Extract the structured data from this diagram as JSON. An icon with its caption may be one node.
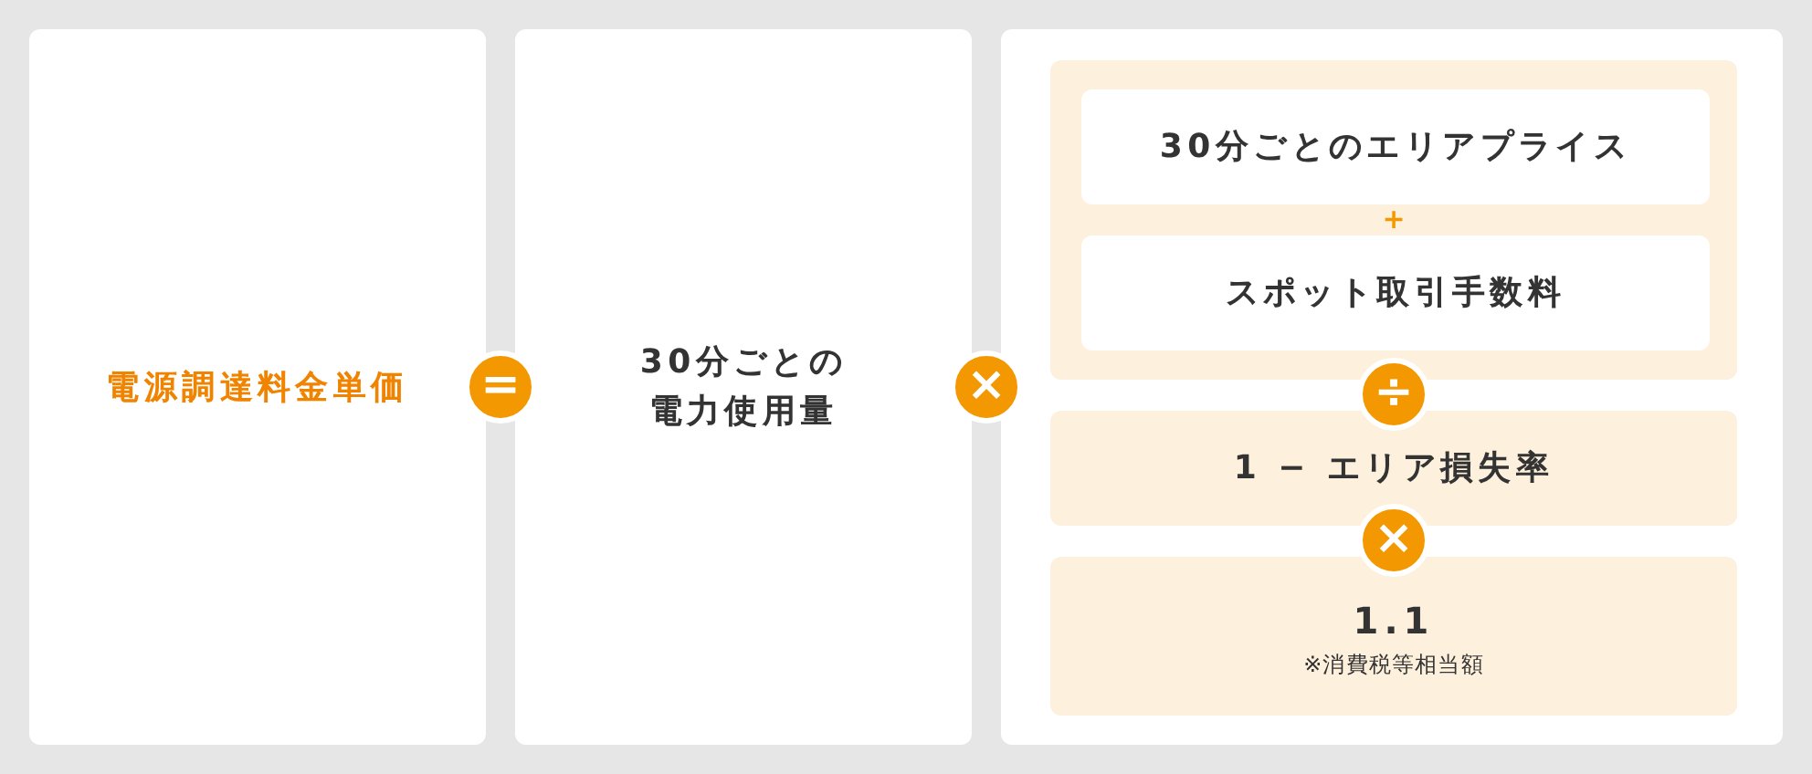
{
  "diagram": {
    "nodes": [
      {
        "text": [
          "電源調達料金単価"
        ]
      },
      {
        "text": [
          "30分ごとの電力使用量"
        ]
      },
      {
        "text": [],
        "shape": "box"
      },
      {
        "text": [],
        "shape": "box",
        "in": 2
      },
      {
        "text": [
          "30分ごとのエリアプライス"
        ],
        "in": 3
      },
      {
        "text": [
          "スポット取引手数料"
        ],
        "in": 3
      },
      {
        "text": [
          "1 − エリア損失率"
        ],
        "in": 2
      },
      {
        "text": [
          "1.1",
          "※消費税等相当額"
        ],
        "in": 2
      }
    ],
    "labels": [
      "=",
      "×",
      "+",
      "÷",
      "×"
    ]
  }
}
